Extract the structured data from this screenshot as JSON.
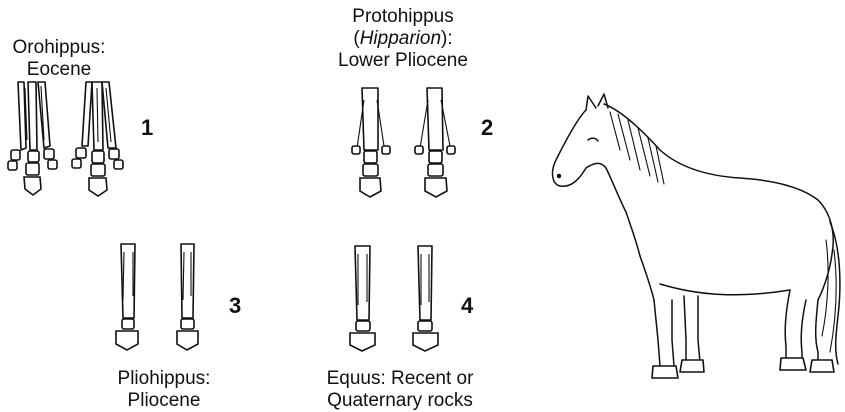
{
  "stages": [
    {
      "number": "1",
      "genus": "Orohippus:",
      "epoch": "Eocene"
    },
    {
      "number": "2",
      "genus_line1": "Protohippus",
      "genus_line2_prefix": "(",
      "genus_line2_italic": "Hipparion",
      "genus_line2_suffix": "):",
      "epoch": "Lower Pliocene"
    },
    {
      "number": "3",
      "genus": "Pliohippus:",
      "epoch": "Pliocene"
    },
    {
      "number": "4",
      "genus": "Equus: Recent or",
      "epoch": "Quaternary rocks"
    }
  ],
  "icons": [
    "foot-bones-orohippus",
    "foot-bones-protohippus",
    "foot-bones-pliohippus",
    "foot-bones-equus",
    "horse-illustration"
  ]
}
